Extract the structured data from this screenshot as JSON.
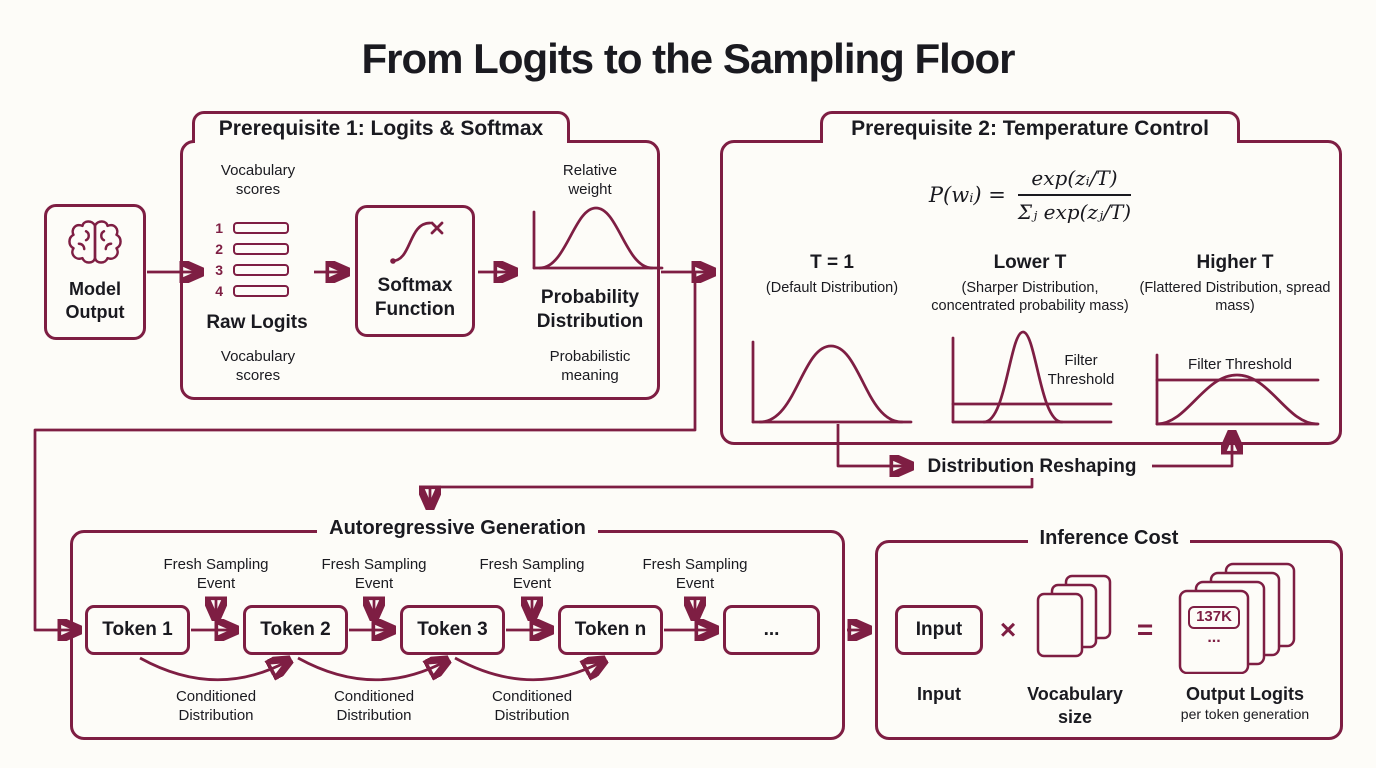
{
  "title": "From Logits to the Sampling Floor",
  "colors": {
    "accent": "#7e1e43",
    "text": "#1a1a20",
    "background": "#fdfcf8"
  },
  "model": {
    "label": "Model Output"
  },
  "prereq1": {
    "title": "Prerequisite 1: Logits & Softmax",
    "vocab_scores_top": "Vocabulary scores",
    "logit_numbers": [
      "1",
      "2",
      "3",
      "4"
    ],
    "raw_logits_label": "Raw Logits",
    "vocab_scores_bottom": "Vocabulary scores",
    "softmax_label": "Softmax Function",
    "relative_weight_label": "Relative weight",
    "probability_distribution_label": "Probability Distribution",
    "probabilistic_meaning_label": "Probabilistic meaning"
  },
  "prereq2": {
    "title": "Prerequisite 2: Temperature Control",
    "formula": {
      "lhs": "P(wᵢ) =",
      "numerator": "exp(zᵢ/T)",
      "denominator": "Σⱼ exp(zⱼ/T)"
    },
    "columns": [
      {
        "heading": "T = 1",
        "subheading": "(Default Distribution)"
      },
      {
        "heading": "Lower T",
        "subheading": "(Sharper Distribution, concentrated probability mass)",
        "threshold_label": "Filter Threshold"
      },
      {
        "heading": "Higher T",
        "subheading": "(Flattered Distribution, spread mass)",
        "threshold_label": "Filter Threshold"
      }
    ],
    "reshaping_label": "Distribution Reshaping"
  },
  "autoregressive": {
    "title": "Autoregressive Generation",
    "tokens": [
      "Token 1",
      "Token 2",
      "Token 3",
      "Token n",
      "..."
    ],
    "fresh_label": "Fresh Sampling Event",
    "conditioned_label": "Conditioned Distribution"
  },
  "inference": {
    "title": "Inference Cost",
    "input_label": "Input",
    "times_symbol": "×",
    "equals_symbol": "=",
    "logits_value": "137K",
    "ellipsis": "...",
    "input_caption": "Input",
    "vocab_caption": "Vocabulary size",
    "output_label": "Output Logits",
    "output_caption": "per token generation"
  }
}
